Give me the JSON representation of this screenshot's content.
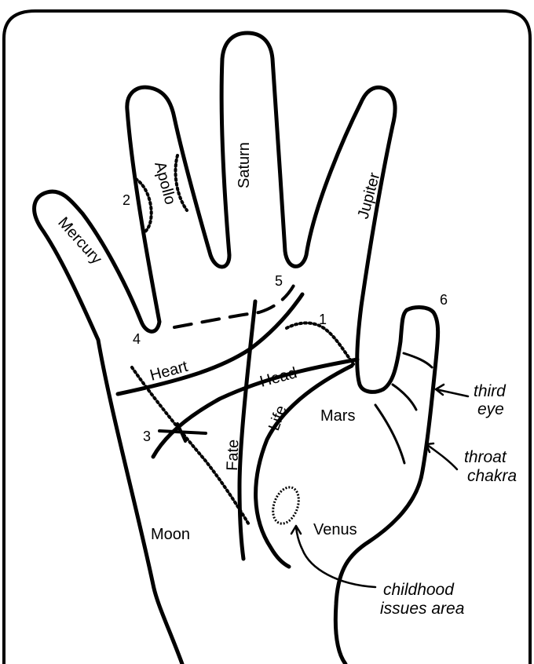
{
  "labels": {
    "fingers": {
      "mercury": "Mercury",
      "apollo": "Apollo",
      "saturn": "Saturn",
      "jupiter": "Jupiter"
    },
    "lines": {
      "heart": "Heart",
      "head": "Head",
      "life": "Life",
      "fate": "Fate"
    },
    "mounts": {
      "mars": "Mars",
      "moon": "Moon",
      "venus": "Venus"
    },
    "numbers": [
      "1",
      "2",
      "3",
      "4",
      "5",
      "6"
    ],
    "annotations": {
      "third_eye_line1": "third",
      "third_eye_line2": "eye",
      "throat_chakra_line1": "throat",
      "throat_chakra_line2": "chakra",
      "childhood_line1": "childhood",
      "childhood_line2": "issues area"
    }
  }
}
